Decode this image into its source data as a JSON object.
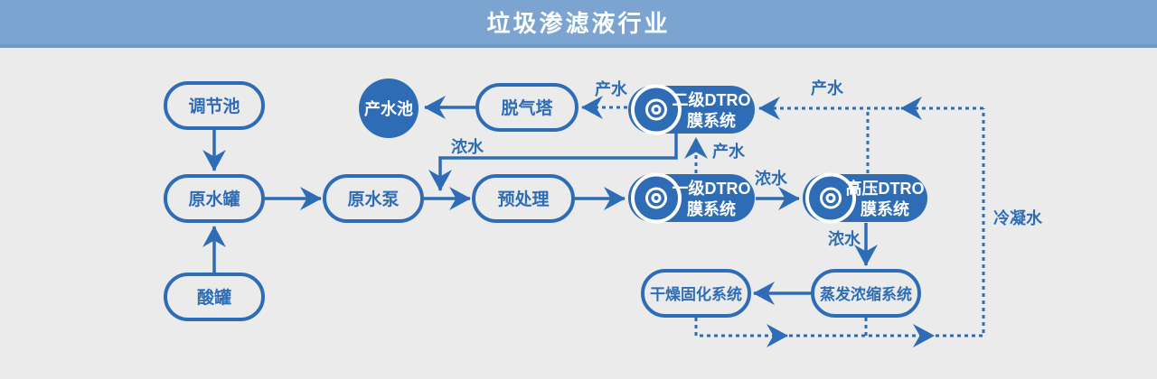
{
  "header": {
    "title": "垃圾渗滤液行业"
  },
  "colors": {
    "node_blue": "#2e6db5",
    "header_bg": "#7ba4d1",
    "header_border": "#6e9ac8",
    "background": "#ebebeb",
    "text_white": "#ffffff"
  },
  "nodes": {
    "regulation_pool": {
      "label": "调节池"
    },
    "raw_water_tank": {
      "label": "原水罐"
    },
    "acid_tank": {
      "label": "酸罐"
    },
    "raw_water_pump": {
      "label": "原水泵"
    },
    "pretreatment": {
      "label": "预处理"
    },
    "product_water_pool": {
      "label": "产水池"
    },
    "degassing_tower": {
      "label": "脱气塔"
    },
    "dtro_stage2": {
      "line1": "二级DTRO",
      "line2": "膜系统"
    },
    "dtro_stage1": {
      "line1": "一级DTRO",
      "line2": "膜系统"
    },
    "dtro_highpressure": {
      "line1": "高压DTRO",
      "line2": "膜系统"
    },
    "evaporation_system": {
      "label": "蒸发浓缩系统"
    },
    "drying_system": {
      "label": "干燥固化系统"
    }
  },
  "flow_labels": {
    "product_water_to_degassing": "产水",
    "product_water_stage1_to_stage2": "产水",
    "product_water_highpressure": "产水",
    "concentrate_stage2_return": "浓水",
    "concentrate_stage1_to_hp": "浓水",
    "concentrate_hp_to_evaporation": "浓水",
    "condensate_return": "冷凝水"
  }
}
